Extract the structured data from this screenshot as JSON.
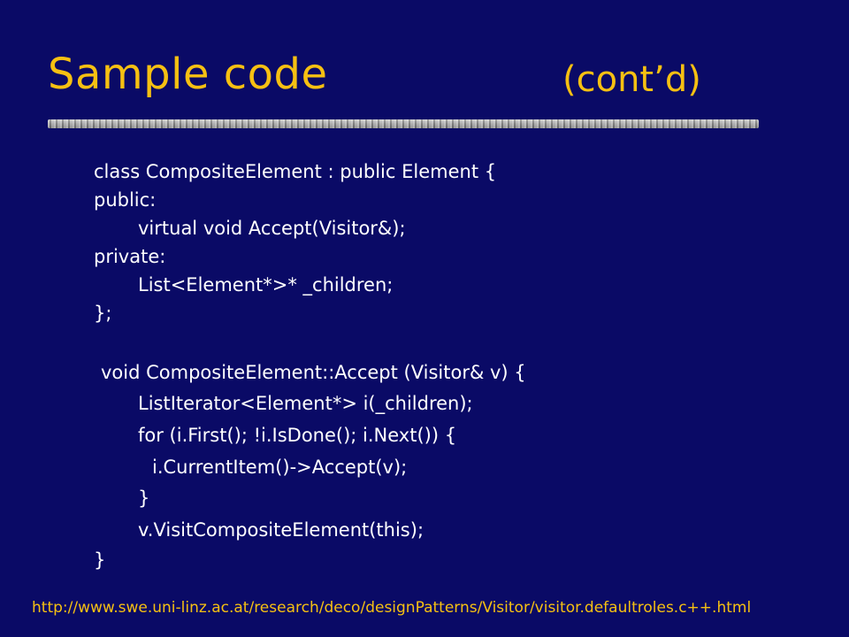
{
  "slide": {
    "title": "Sample code",
    "subtitle": "(cont’d)",
    "code_lines": [
      "class CompositeElement : public Element {",
      "public:",
      "virtual void Accept(Visitor&);",
      "private:",
      "List<Element*>* _children;",
      "};",
      "void CompositeElement::Accept (Visitor& v) {",
      "ListIterator<Element*> i(_children);",
      "for (i.First(); !i.IsDone(); i.Next()) {",
      "i.CurrentItem()->Accept(v);",
      "}",
      "v.VisitCompositeElement(this);",
      "}"
    ],
    "footer_url": "http://www.swe.uni-linz.ac.at/research/deco/designPatterns/Visitor/visitor.defaultroles.c++.html"
  },
  "colors": {
    "background": "#0a0a66",
    "title": "#f6c012",
    "code_text": "#ffffff",
    "url": "#f6c012"
  }
}
